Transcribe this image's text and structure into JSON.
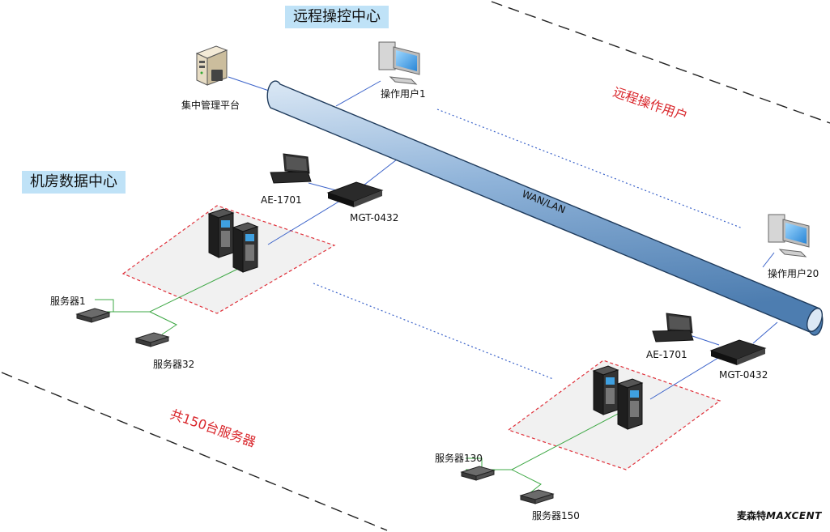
{
  "titles": {
    "remote_center": "远程操控中心",
    "datacenter": "机房数据中心"
  },
  "annotations": {
    "remote_users": "远程操作用户",
    "server_total": "共150台服务器"
  },
  "network": {
    "label": "WAN/LAN"
  },
  "nodes": {
    "management_platform": "集中管理平台",
    "operator_1": "操作用户1",
    "operator_20": "操作用户20",
    "console_a": "AE-1701",
    "switch_a": "MGT-0432",
    "console_b": "AE-1701",
    "switch_b": "MGT-0432",
    "server_1": "服务器1",
    "server_32": "服务器32",
    "server_130": "服务器130",
    "server_150": "服务器150"
  },
  "brand": {
    "cn": "麦森特",
    "en": "MAXCENT"
  },
  "colors": {
    "pipe": "#8fb3d9",
    "pipe_stroke": "#1f3b5c",
    "title_bg": "#bfe2f7",
    "red": "#d9262b",
    "link_blue": "#3a62c9",
    "link_green": "#3ea845"
  }
}
